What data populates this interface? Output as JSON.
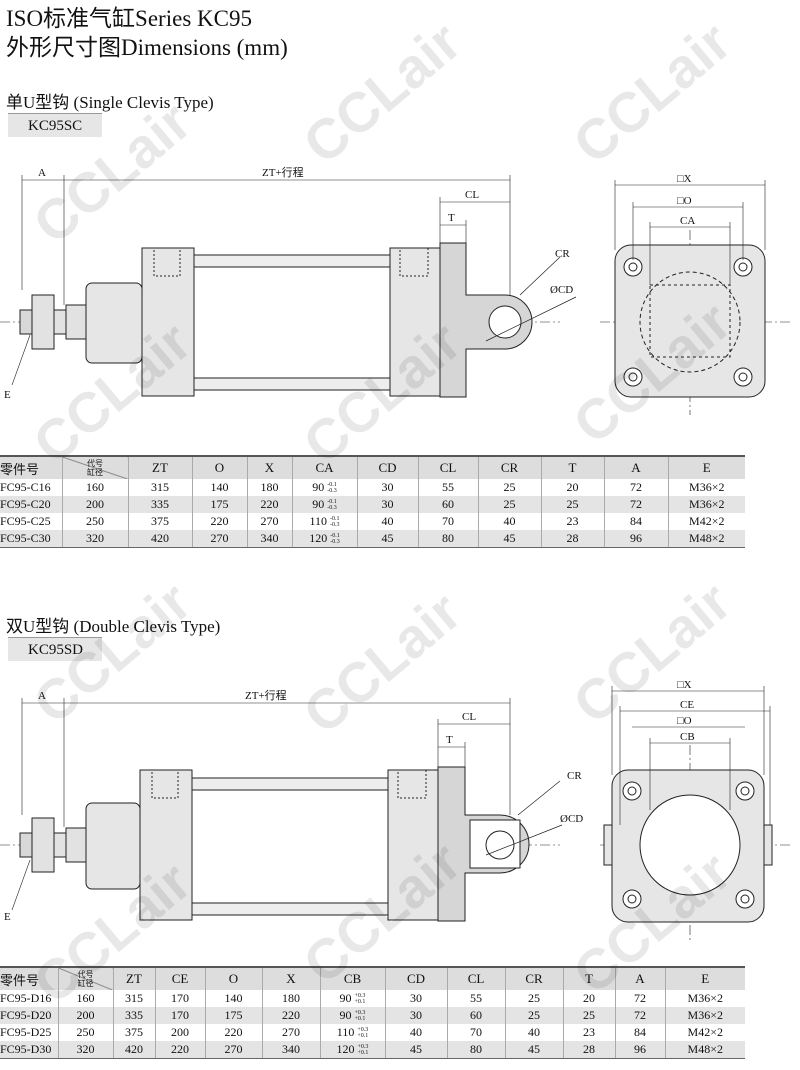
{
  "title_line1": "ISO标准气缸Series KC95",
  "title_line2": "外形尺寸图Dimensions (mm)",
  "watermark": "CCLair",
  "section1": {
    "heading": "单U型钩 (Single Clevis Type)",
    "model": "KC95SC",
    "labels": {
      "A": "A",
      "ZT": "ZT+行程",
      "CL": "CL",
      "T": "T",
      "CR": "CR",
      "CD": "ØCD",
      "E": "E",
      "X": "□X",
      "O": "□O",
      "CA": "CA"
    },
    "table": {
      "head_part": "零件号",
      "head_code": "代号",
      "head_bore": "缸径",
      "columns": [
        "ZT",
        "O",
        "X",
        "CA",
        "CD",
        "CL",
        "CR",
        "T",
        "A",
        "E"
      ],
      "tol_upper": "-0.1",
      "tol_lower": "-0.3",
      "rows": [
        [
          "FC95-C16",
          "160",
          "315",
          "140",
          "180",
          "90",
          "30",
          "55",
          "25",
          "20",
          "72",
          "M36×2"
        ],
        [
          "FC95-C20",
          "200",
          "335",
          "175",
          "220",
          "90",
          "30",
          "60",
          "25",
          "25",
          "72",
          "M36×2"
        ],
        [
          "FC95-C25",
          "250",
          "375",
          "220",
          "270",
          "110",
          "40",
          "70",
          "40",
          "23",
          "84",
          "M42×2"
        ],
        [
          "FC95-C30",
          "320",
          "420",
          "270",
          "340",
          "120",
          "45",
          "80",
          "45",
          "28",
          "96",
          "M48×2"
        ]
      ]
    }
  },
  "section2": {
    "heading": "双U型钩 (Double Clevis Type)",
    "model": "KC95SD",
    "labels": {
      "A": "A",
      "ZT": "ZT+行程",
      "CL": "CL",
      "T": "T",
      "CR": "CR",
      "CD": "ØCD",
      "E": "E",
      "X": "□X",
      "CE": "CE",
      "O": "□O",
      "CB": "CB"
    },
    "table": {
      "head_part": "零件号",
      "head_code": "代号",
      "head_bore": "缸径",
      "columns": [
        "ZT",
        "CE",
        "O",
        "X",
        "CB",
        "CD",
        "CL",
        "CR",
        "T",
        "A",
        "E"
      ],
      "tol_upper": "+0.3",
      "tol_lower": "+0.1",
      "rows": [
        [
          "FC95-D16",
          "160",
          "315",
          "170",
          "140",
          "180",
          "90",
          "30",
          "55",
          "25",
          "20",
          "72",
          "M36×2"
        ],
        [
          "FC95-D20",
          "200",
          "335",
          "170",
          "175",
          "220",
          "90",
          "30",
          "60",
          "25",
          "25",
          "72",
          "M36×2"
        ],
        [
          "FC95-D25",
          "250",
          "375",
          "200",
          "220",
          "270",
          "110",
          "40",
          "70",
          "40",
          "23",
          "84",
          "M42×2"
        ],
        [
          "FC95-D30",
          "320",
          "420",
          "220",
          "270",
          "340",
          "120",
          "45",
          "80",
          "45",
          "28",
          "96",
          "M48×2"
        ]
      ]
    }
  }
}
